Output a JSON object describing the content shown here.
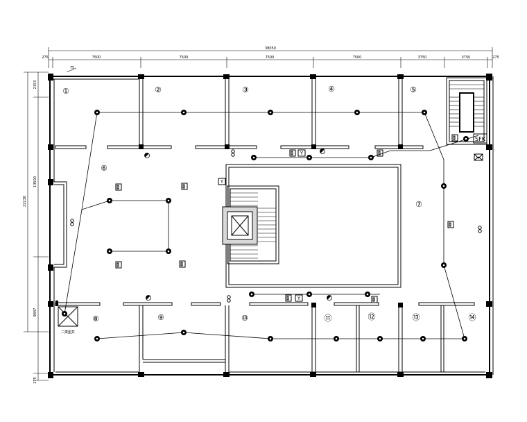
{
  "dimensions": {
    "overall": "38050",
    "top_left_offset": "275",
    "top_right_offset": "275",
    "spans": [
      "7500",
      "7500",
      "7500",
      "7500",
      "3750",
      "3750"
    ],
    "small_top": "75",
    "left_total": "22230",
    "left_top": "2153",
    "left_middle": "13500",
    "left_lower": "9847",
    "left_bottom": "275"
  },
  "room_numbers": [
    "①",
    "②",
    "③",
    "④",
    "⑤",
    "⑥",
    "⑦",
    "⑧",
    "⑨",
    "⑩",
    "⑪",
    "⑫",
    "⑬",
    "⑭"
  ],
  "labels": {
    "sfk": "SFK",
    "y_mark": "Y",
    "shaft_note": "二类型井"
  }
}
